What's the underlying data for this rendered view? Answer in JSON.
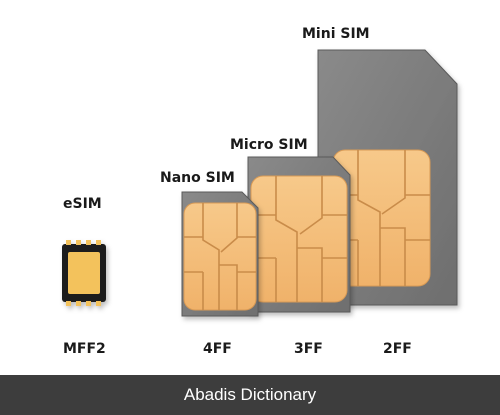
{
  "cards": [
    {
      "name": "eSIM",
      "code": "MFF2"
    },
    {
      "name": "Nano SIM",
      "code": "4FF"
    },
    {
      "name": "Micro SIM",
      "code": "3FF"
    },
    {
      "name": "Mini SIM",
      "code": "2FF"
    }
  ],
  "footer": {
    "text": "Abadis Dictionary"
  },
  "colors": {
    "card": "#7c7c7c",
    "card_edge": "#5f5f5f",
    "chip": "#f5bf7d",
    "chip_line": "#c98c4a",
    "esim_body": "#1b1b1b",
    "esim_pad": "#f3c25b",
    "footer_bg": "#3d3d3d"
  }
}
